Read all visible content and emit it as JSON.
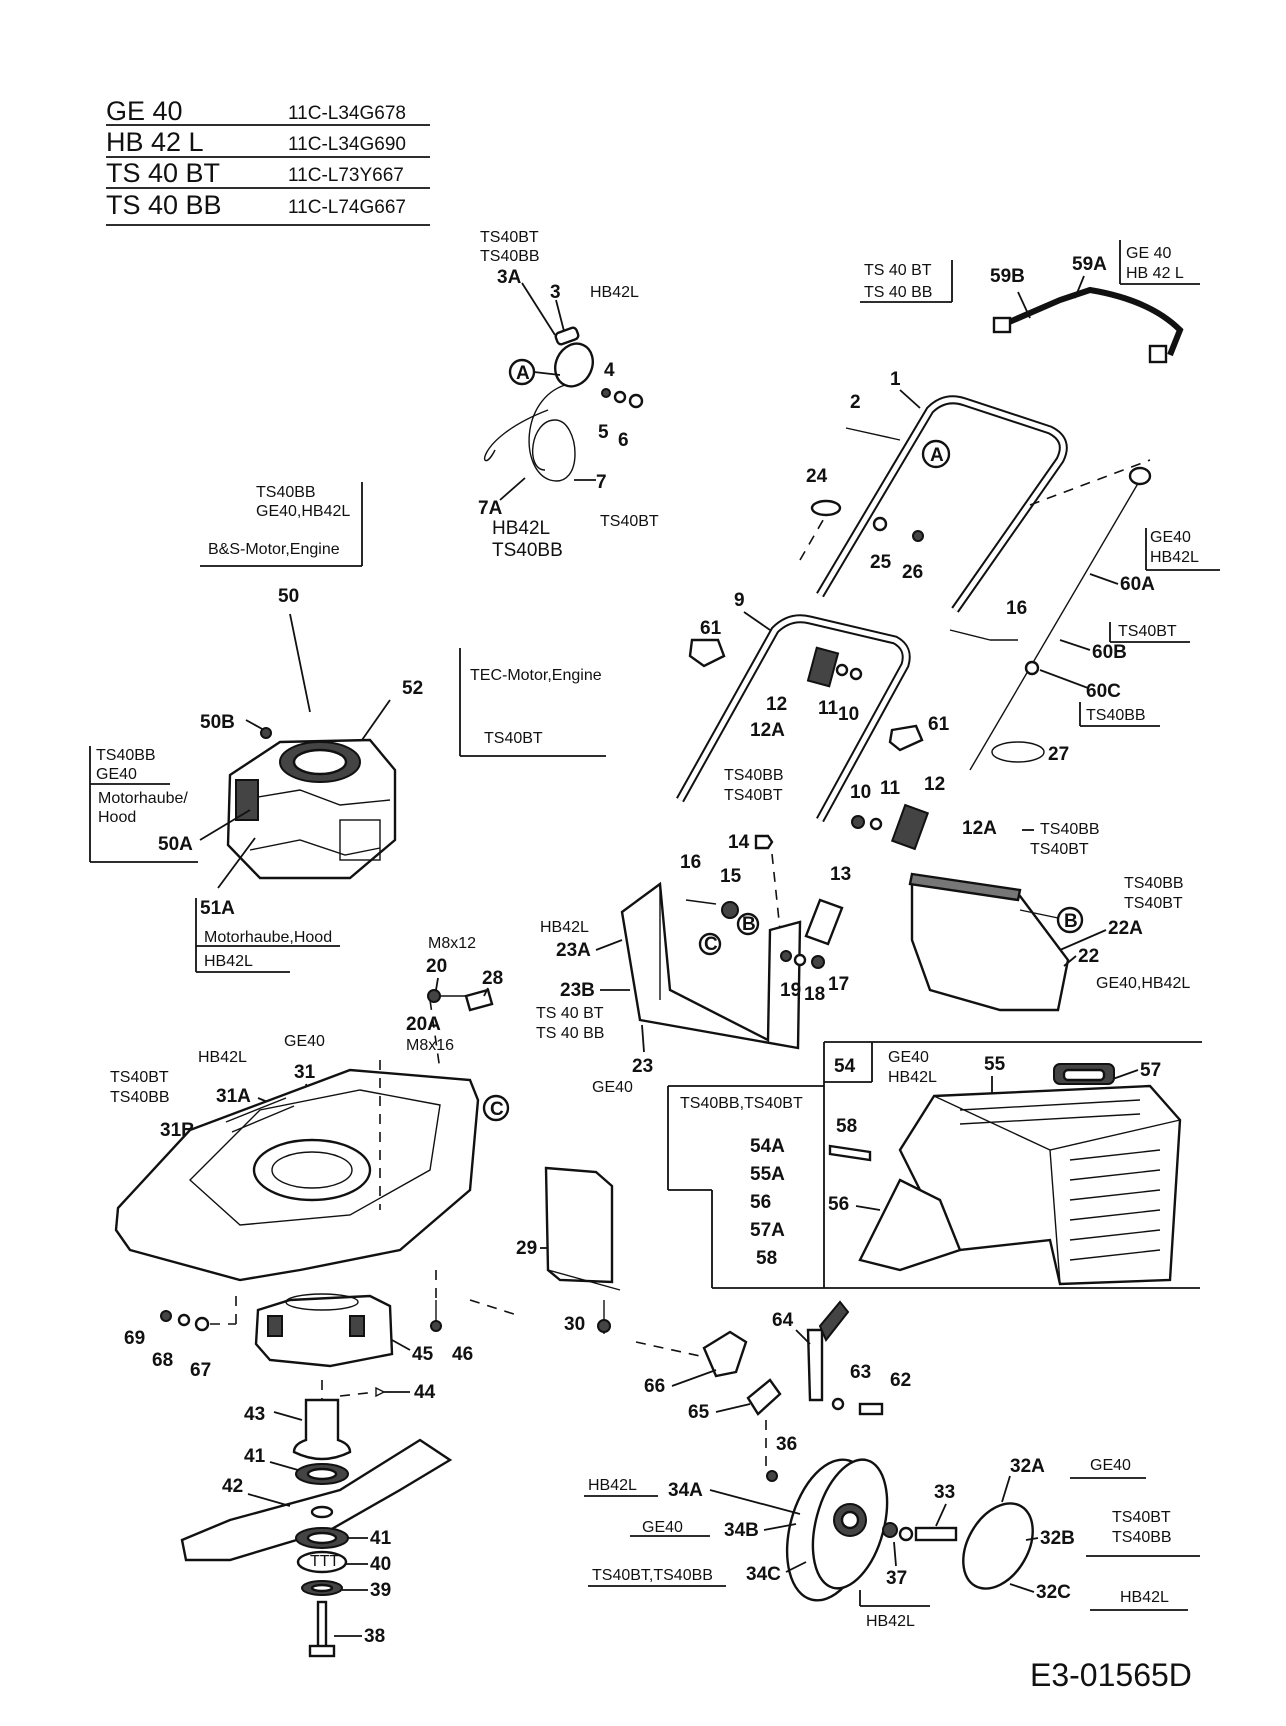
{
  "models": [
    {
      "name": "GE 40",
      "code": "11C-L34G678"
    },
    {
      "name": "HB 42 L",
      "code": "11C-L34G690"
    },
    {
      "name": "TS 40 BT",
      "code": "11C-L73Y667"
    },
    {
      "name": "TS 40 BB",
      "code": "11C-L74G667"
    }
  ],
  "callouts": {
    "c3": "3",
    "c3A": "3A",
    "c4": "4",
    "c5": "5",
    "c6": "6",
    "c7": "7",
    "c7A": "7A",
    "c1": "1",
    "c2": "2",
    "c24": "24",
    "c25": "25",
    "c26": "26",
    "c16a": "16",
    "c59A": "59A",
    "c59B": "59B",
    "c60A": "60A",
    "c60B": "60B",
    "c60C": "60C",
    "c27": "27",
    "c9": "9",
    "c61a": "61",
    "c61b": "61",
    "c12a": "12",
    "c12Aa": "12A",
    "c11a": "11",
    "c10a": "10",
    "c10b": "10",
    "c11b": "11",
    "c12b": "12",
    "c12Ab": "12A",
    "c50": "50",
    "c50A": "50A",
    "c50B": "50B",
    "c51A": "51A",
    "c52": "52",
    "c14": "14",
    "c16b": "16",
    "c15": "15",
    "c13": "13",
    "c17": "17",
    "c18": "18",
    "c19": "19",
    "c23": "23",
    "c23A": "23A",
    "c23B": "23B",
    "c22": "22",
    "c22A": "22A",
    "c20": "20",
    "c20A": "20A",
    "c28": "28",
    "c31": "31",
    "c31A": "31A",
    "c31B": "31B",
    "c54": "54",
    "c55": "55",
    "c57": "57",
    "c58": "58",
    "c56": "56",
    "c29": "29",
    "c30": "30",
    "c45": "45",
    "c46": "46",
    "c44": "44",
    "c43": "43",
    "c69": "69",
    "c68": "68",
    "c67": "67",
    "c41a": "41",
    "c42": "42",
    "c41b": "41",
    "c40": "40",
    "c39": "39",
    "c38": "38",
    "c64": "64",
    "c66": "66",
    "c65": "65",
    "c63": "63",
    "c62": "62",
    "c36": "36",
    "c34A": "34A",
    "c34B": "34B",
    "c34C": "34C",
    "c33": "33",
    "c37": "37",
    "c32A": "32A",
    "c32B": "32B",
    "c32C": "32C",
    "refA": "A",
    "refB": "B",
    "refC": "C"
  },
  "variants": {
    "ts40bt": "TS40BT",
    "ts40bb": "TS40BB",
    "hb42l": "HB42L",
    "ge40": "GE40",
    "ts40bt_sp": "TS 40 BT",
    "ts40bb_sp": "TS 40 BB",
    "ge40_sp": "GE 40",
    "hb42l_sp": "HB 42 L",
    "ge40_hb42l": "GE40,HB42L",
    "ts40bb_ts40bt": "TS40BB,TS40BT",
    "ts40bt_ts40bb": "TS40BT,TS40BB",
    "bs_engine": "B&S-Motor,Engine",
    "tec_engine": "TEC-Motor,Engine",
    "hood_de": "Motorhaube/",
    "hood_en": "Hood",
    "hood_combined": "Motorhaube,Hood",
    "m8x12": "M8x12",
    "m8x16": "M8x16",
    "list54": [
      "54A",
      "55A",
      "56",
      "57A",
      "58"
    ]
  },
  "footer": {
    "ref": "E3-01565D"
  }
}
